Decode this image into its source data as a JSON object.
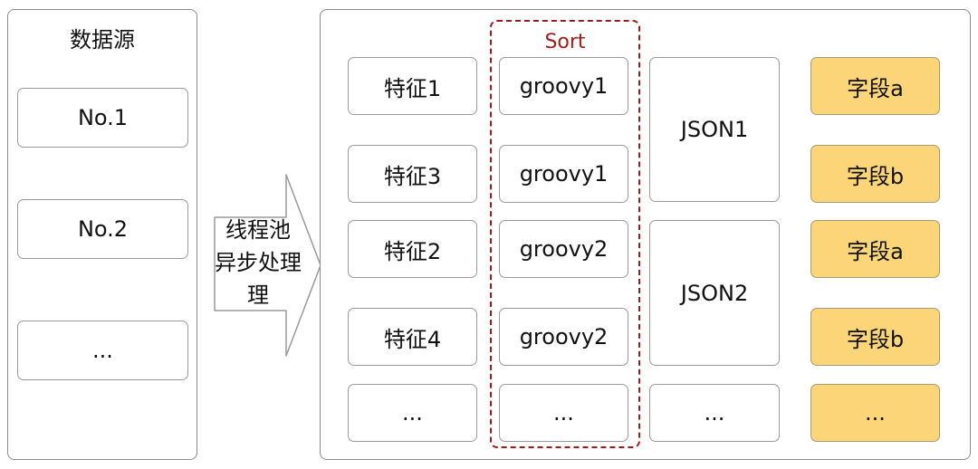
{
  "source_panel": {
    "title": "数据源",
    "items": [
      "No.1",
      "No.2",
      "..."
    ]
  },
  "process_arrow": {
    "lines": [
      "线程池",
      "异步处理",
      "理"
    ]
  },
  "features_panel": {
    "features": [
      "特征1",
      "特征3",
      "特征2",
      "特征4",
      "..."
    ],
    "sort_label": "Sort",
    "scripts": [
      "groovy1",
      "groovy1",
      "groovy2",
      "groovy2",
      "..."
    ],
    "json_items": [
      "JSON1",
      "JSON2",
      "..."
    ],
    "fields": [
      "字段a",
      "字段b",
      "字段a",
      "字段b",
      "..."
    ],
    "field_color": "#fbd577",
    "sort_color": "#9b1c1c"
  }
}
